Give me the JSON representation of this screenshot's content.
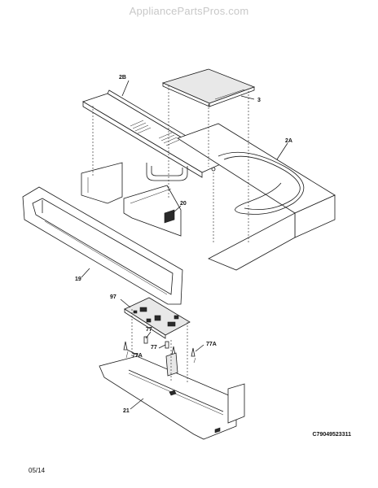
{
  "watermark": "AppliancePartsPros.com",
  "callouts": {
    "p2B": "2B",
    "p3": "3",
    "p2A": "2A",
    "p20": "20",
    "p19": "19",
    "p97": "97",
    "p77a": "77",
    "p77b": "77",
    "p77A_left": "77A",
    "p77A_right": "77A",
    "p21": "21"
  },
  "footer": {
    "doc_id": "C79049523311",
    "date": "05/14"
  }
}
